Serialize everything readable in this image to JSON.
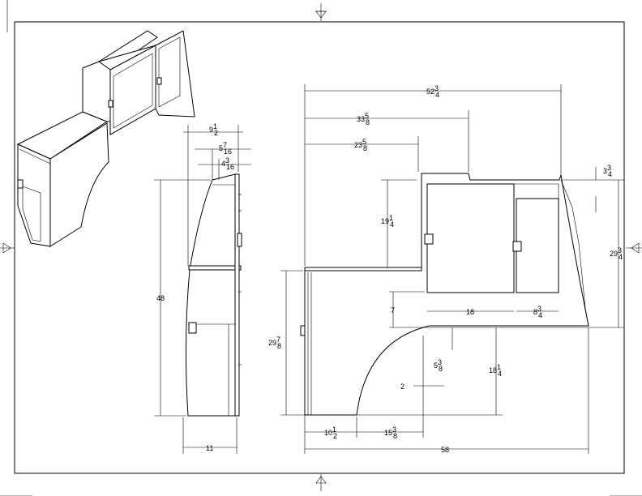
{
  "dimensions": {
    "overall_width": "52",
    "overall_width_frac": [
      "3",
      "4"
    ],
    "upper_width": "33",
    "upper_width_frac": [
      "5",
      "8"
    ],
    "upper_offset": "23",
    "upper_offset_frac": [
      "5",
      "8"
    ],
    "top_step": "3",
    "top_step_frac": [
      "3",
      "4"
    ],
    "upper_height": "19",
    "upper_height_frac": [
      "1",
      "4"
    ],
    "right_height": "29",
    "right_height_frac": [
      "3",
      "4"
    ],
    "left_height": "29",
    "left_height_frac": [
      "7",
      "8"
    ],
    "step_7": "7",
    "panel_18": "18",
    "panel_small": "8",
    "panel_small_frac": [
      "3",
      "4"
    ],
    "arch_inset": "5",
    "arch_inset_frac": [
      "3",
      "8"
    ],
    "arch_height": "18",
    "arch_height_frac": [
      "1",
      "4"
    ],
    "dim_2": "2",
    "base_left": "10",
    "base_left_frac": [
      "1",
      "2"
    ],
    "arch_span": "15",
    "arch_span_frac": [
      "3",
      "8"
    ],
    "overall_length": "58",
    "side_top": "9",
    "side_top_frac": [
      "1",
      "2"
    ],
    "side_mid": "5",
    "side_mid_frac": [
      "7",
      "16"
    ],
    "side_low": "4",
    "side_low_frac": [
      "3",
      "16"
    ],
    "side_height": "48",
    "side_depth": "11"
  }
}
